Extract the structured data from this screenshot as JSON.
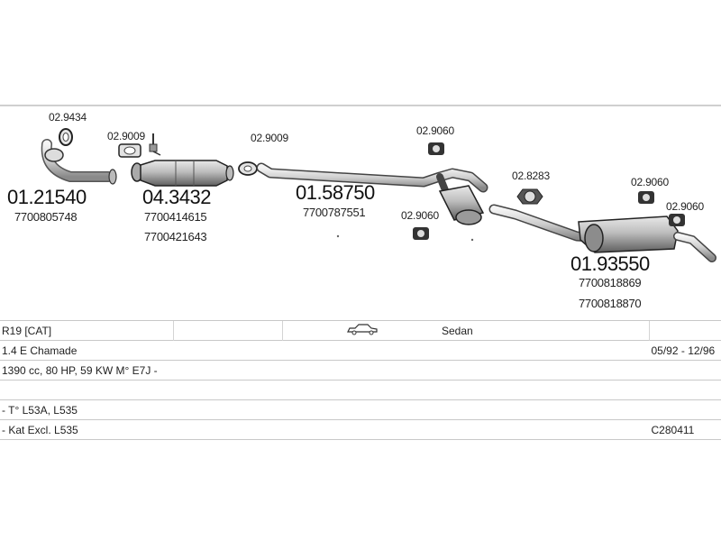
{
  "parts": [
    {
      "code": "02.9434"
    },
    {
      "code": "02.9009",
      "id": "1"
    },
    {
      "code": "02.9009",
      "id": "2"
    },
    {
      "code": "02.9060",
      "id": "1"
    },
    {
      "code": "02.9060",
      "id": "2"
    },
    {
      "code": "02.9060",
      "id": "3"
    },
    {
      "code": "02.9060",
      "id": "4"
    },
    {
      "code": "02.8283"
    }
  ],
  "assemblies": {
    "front_pipe": {
      "number": "01.21540",
      "oe": [
        "7700805748"
      ]
    },
    "catalyst": {
      "number": "04.3432",
      "oe": [
        "7700414615",
        "7700421643"
      ]
    },
    "middle_silencer": {
      "number": "01.58750",
      "oe": [
        "7700787551"
      ]
    },
    "rear_silencer": {
      "number": "01.93550",
      "oe": [
        "7700818869",
        "7700818870"
      ]
    }
  },
  "info_table": {
    "model": "R19  [CAT]",
    "body_type": "Sedan",
    "body_icon": "sedan-car-icon",
    "engine": "1.4 E Chamade",
    "years": "05/92 - 12/96",
    "specs": "1390 cc, 80 HP, 59 KW M° E7J -",
    "note_1": "- T° L53A, L535",
    "note_2": "- Kat Excl. L535",
    "catalog_ref": "C280411"
  }
}
